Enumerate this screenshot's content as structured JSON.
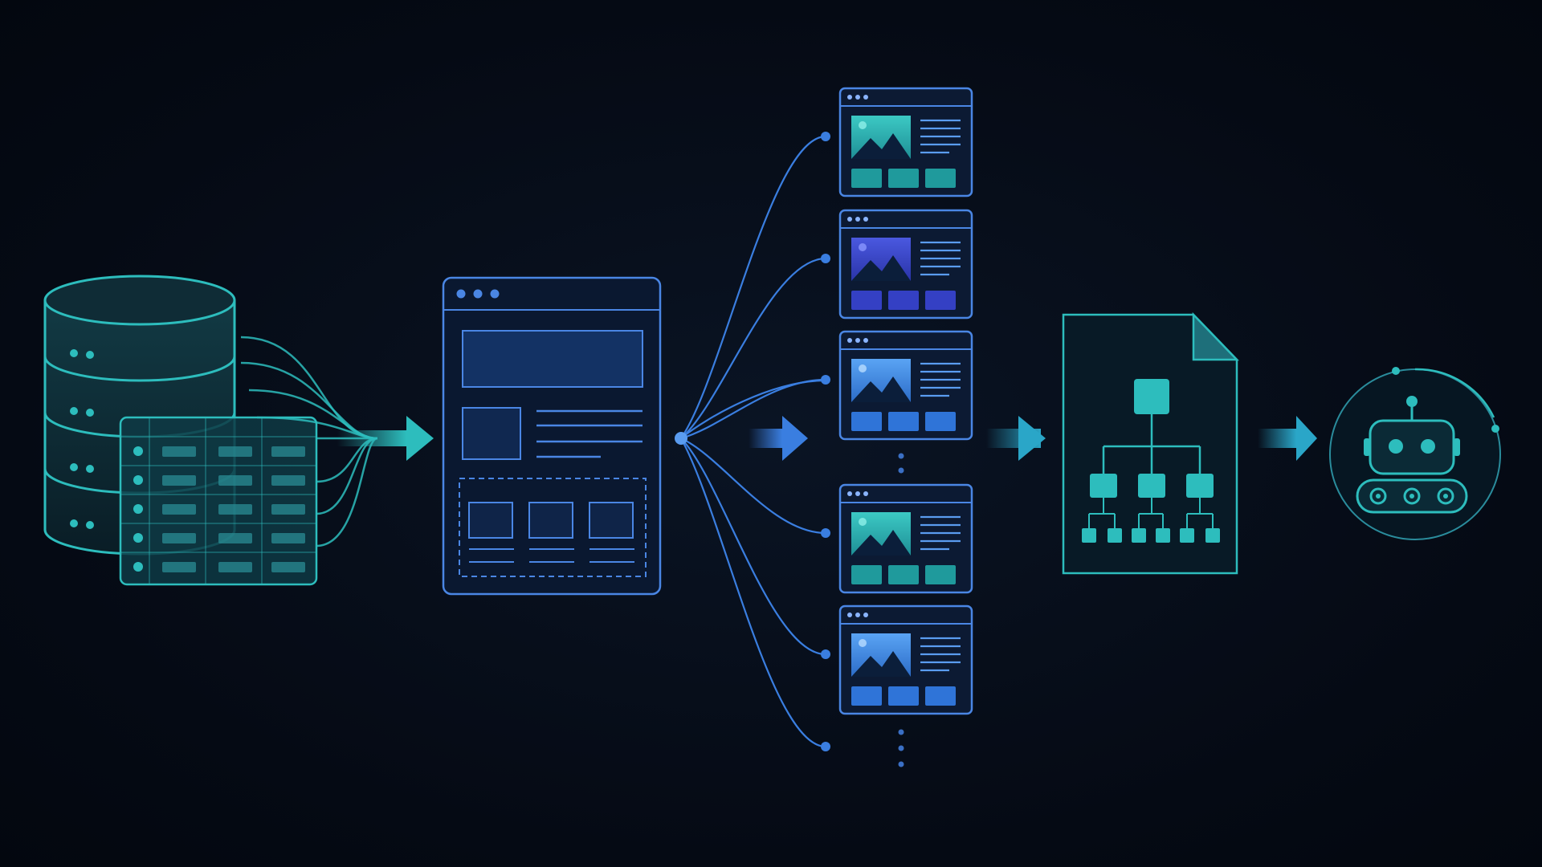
{
  "colors": {
    "background": "#050a14",
    "teal": "#2dbdbd",
    "teal_fill": "#1f8f93",
    "blue": "#3a7ee0",
    "blue_light": "#5a9cf0",
    "indigo": "#3b49c8",
    "panel_fill": "#0c1a33"
  },
  "pipeline": {
    "stages": [
      {
        "name": "data-source",
        "icon": "database-icon"
      },
      {
        "name": "page-template",
        "icon": "layout-template-icon"
      },
      {
        "name": "generated-pages",
        "icon": "webpage-variant-icon"
      },
      {
        "name": "structured-document",
        "icon": "hierarchy-document-icon"
      },
      {
        "name": "agent",
        "icon": "robot-icon"
      }
    ],
    "variant_cards": [
      {
        "accent": "teal"
      },
      {
        "accent": "indigo"
      },
      {
        "accent": "blue"
      },
      {
        "accent": "teal"
      },
      {
        "accent": "blue"
      }
    ]
  }
}
